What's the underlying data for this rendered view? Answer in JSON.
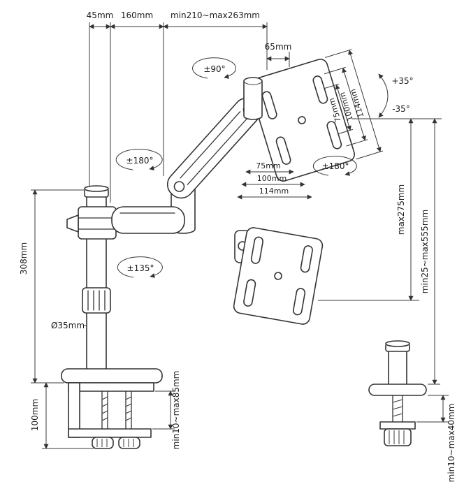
{
  "canvas": {
    "background": "#ffffff",
    "ink": "#333333"
  },
  "labels": {
    "top_offset": "45mm",
    "arm1_length": "160mm",
    "arm2_reach": "min210~max263mm",
    "head_depth": "65mm",
    "head_swivel": "±90°",
    "elbow_swivel": "±180°",
    "base_swivel": "±135°",
    "plate_rotate": "±180°",
    "tilt_up": "+35°",
    "tilt_down": "-35°",
    "vesa_v_75": "75mm",
    "vesa_v_100": "100mm",
    "vesa_v_114": "114mm",
    "vesa_h_75": "75mm",
    "vesa_h_100": "100mm",
    "vesa_h_114": "114mm",
    "height_max": "max275mm",
    "height_range": "min25~max555mm",
    "pole_height": "308mm",
    "pole_diameter": "Ø35mm",
    "clamp_height": "100mm",
    "clamp_range": "min10~max85mm",
    "grommet_range": "min10~max40mm"
  }
}
